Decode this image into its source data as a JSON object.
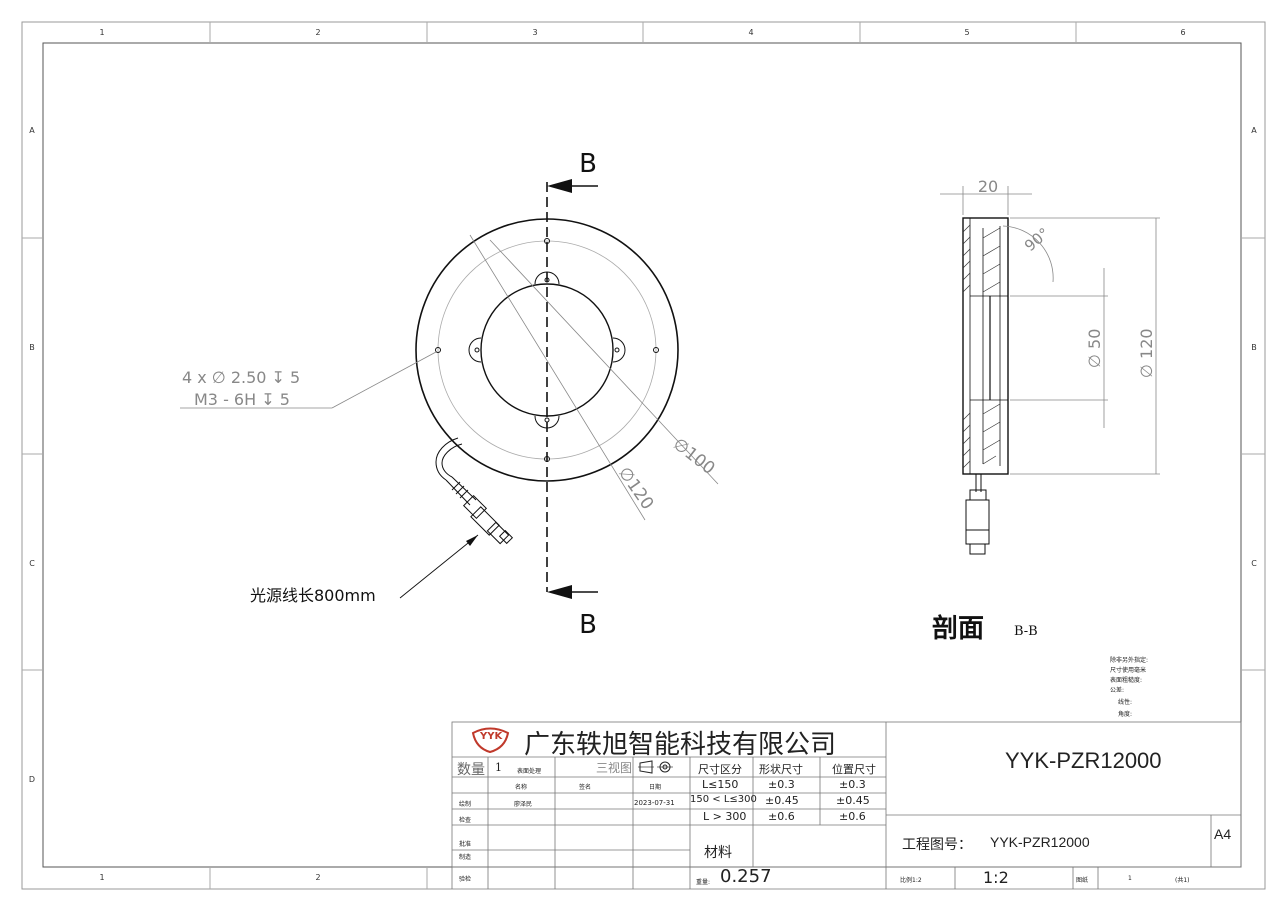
{
  "grid": {
    "columns": [
      "1",
      "2",
      "3",
      "4",
      "5",
      "6"
    ],
    "rows": [
      "A",
      "B",
      "C",
      "D"
    ]
  },
  "front_view": {
    "section_letter": "B",
    "hole_note_line1": "4 x ∅ 2.50 ↧ 5",
    "hole_note_line2": "M3 - 6H ↧ 5",
    "dim_pcd": "∅100",
    "dim_outer": "∅120",
    "cable_note": "光源线长800mm"
  },
  "section_view": {
    "dim_width": "20",
    "dim_angle": "90°",
    "dim_inner": "∅ 50",
    "dim_outer": "∅ 120",
    "title": "剖面",
    "title_suffix": "B-B"
  },
  "general_notes": [
    "除非另外指定:",
    "尺寸使用毫米",
    "表面粗糙度:",
    "公差:",
    "线性:",
    "角度:"
  ],
  "title_block": {
    "company": "广东轶旭智能科技有限公司",
    "logo_text": "YYK",
    "qty_label": "数量",
    "qty_value": "1",
    "surface_label": "表面处理",
    "three_view_label": "三视图",
    "name_label": "名称",
    "sign_label": "签名",
    "date_label": "日期",
    "draw_label": "绘制",
    "drawer": "廖泽民",
    "date": "2023-07-31",
    "check_label": "检查",
    "approve_label": "批准",
    "make_label": "制造",
    "inspect_label": "验检",
    "tol_head": [
      "尺寸区分",
      "形状尺寸",
      "位置尺寸"
    ],
    "tol_rows": [
      [
        "L≤150",
        "±0.3",
        "±0.3"
      ],
      [
        "150 < L≤300",
        "±0.45",
        "±0.45"
      ],
      [
        "L > 300",
        "±0.6",
        "±0.6"
      ]
    ],
    "material_label": "材料",
    "weight_label": "重量:",
    "weight": "0.257",
    "part_title": "YYK-PZR12000",
    "drawing_no_label": "工程图号：",
    "drawing_no": "YYK-PZR12000",
    "size": "A4",
    "scale_label": "比例1:2",
    "scale": "1:2",
    "sheet_label": "图纸",
    "sheet_no": "1",
    "sheet_total": "(共1)"
  }
}
